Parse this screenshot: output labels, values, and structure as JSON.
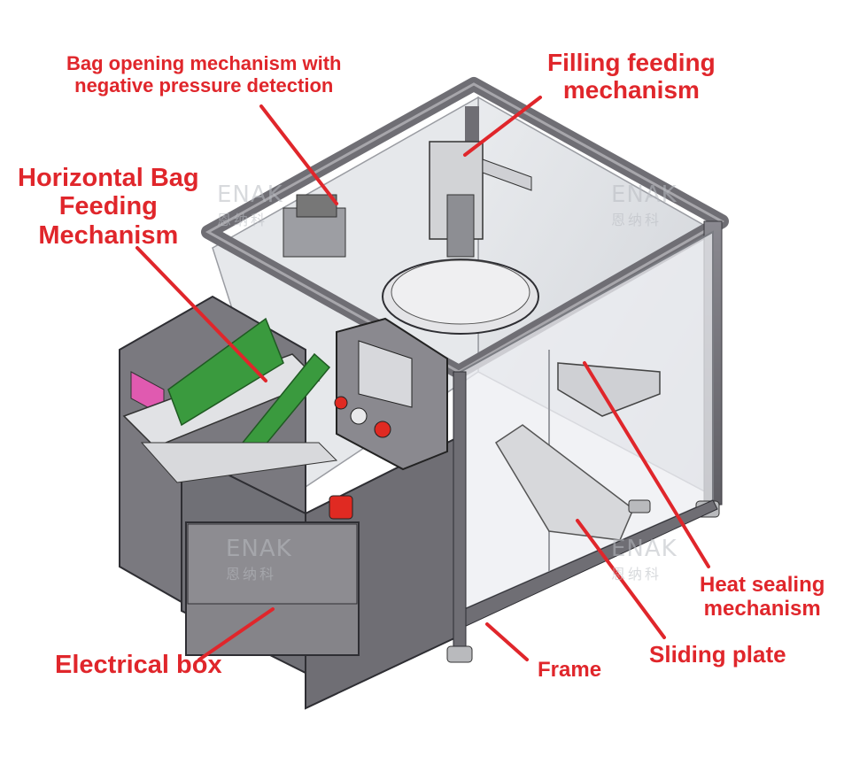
{
  "labels": {
    "bag_opening": [
      "Bag opening mechanism with",
      "negative pressure detection"
    ],
    "filling_feeding": [
      "Filling feeding",
      "mechanism"
    ],
    "horizontal_bag_feeding": [
      "Horizontal Bag",
      "Feeding",
      "Mechanism"
    ],
    "electrical_box": "Electrical box",
    "frame": "Frame",
    "sliding_plate": "Sliding plate",
    "heat_sealing": [
      "Heat sealing",
      "mechanism"
    ]
  },
  "watermark": {
    "brand": "ENAK",
    "chinese": "恩纳科"
  },
  "colors": {
    "label_red": "#e0262b",
    "frame_grey": "#6f6e74",
    "frame_light": "#d9d9dc",
    "guide_green": "#3a9a3e",
    "panel_pink": "#e05ab0",
    "button_red": "#e02a22"
  }
}
